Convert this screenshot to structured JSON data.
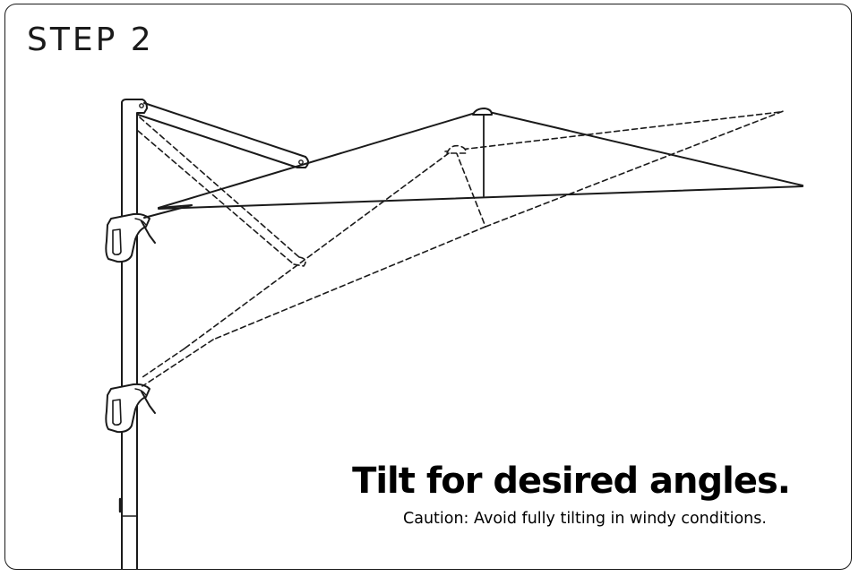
{
  "step": {
    "title": "STEP 2"
  },
  "instruction": {
    "headline": "Tilt for desired angles.",
    "caution": "Caution: Avoid fully tilting in windy conditions."
  },
  "colors": {
    "line": "#1a1a1a",
    "background": "#ffffff"
  },
  "illustration": {
    "subject": "cantilever-umbrella-tilt",
    "states": [
      "upright-solid",
      "tilted-dashed"
    ]
  }
}
